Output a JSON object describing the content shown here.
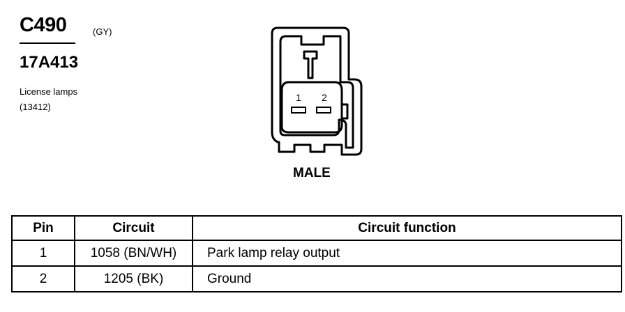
{
  "header": {
    "connector_id": "C490",
    "color_code": "(GY)",
    "part_number": "17A413",
    "description": "License lamps",
    "description_code": "(13412)"
  },
  "connector": {
    "pin_labels": [
      "1",
      "2"
    ],
    "view_label": "MALE"
  },
  "table": {
    "headers": {
      "pin": "Pin",
      "circuit": "Circuit",
      "function": "Circuit function"
    },
    "rows": [
      {
        "pin": "1",
        "circuit": "1058 (BN/WH)",
        "function": "Park lamp relay output"
      },
      {
        "pin": "2",
        "circuit": "1205 (BK)",
        "function": "Ground"
      }
    ]
  }
}
